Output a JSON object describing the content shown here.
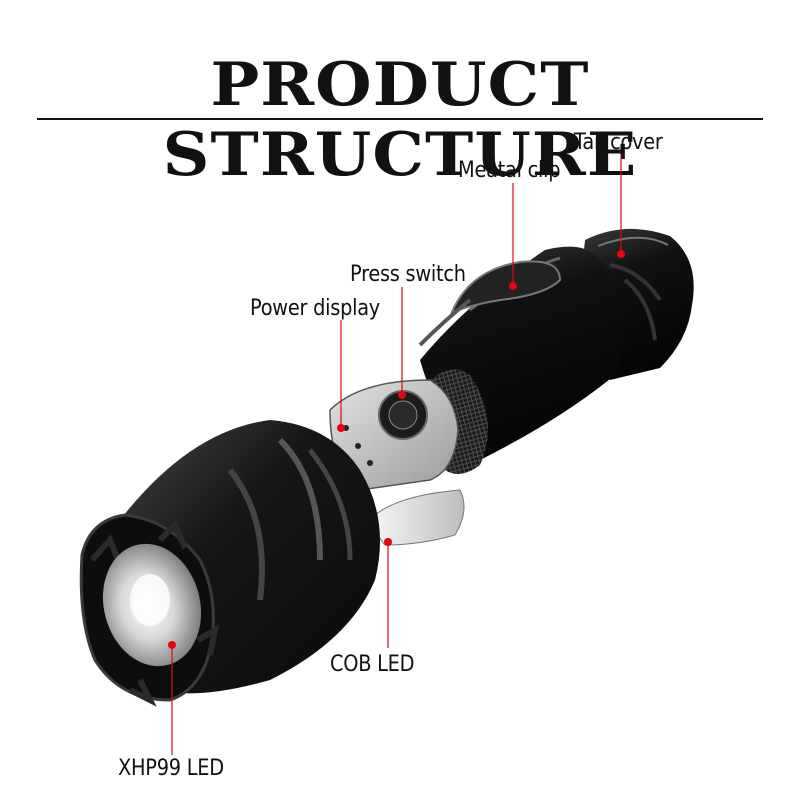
{
  "title": "PRODUCT STRUCTURE",
  "labels": {
    "tail_cover": "Tail cover",
    "metal_clip": "Meatal clip",
    "press_switch": "Press switch",
    "power_display": "Power display",
    "cob_led": "COB LED",
    "xhp99_led": "XHP99 LED"
  },
  "colors": {
    "marker": "#e30613",
    "body": "#151515",
    "text": "#111111"
  }
}
